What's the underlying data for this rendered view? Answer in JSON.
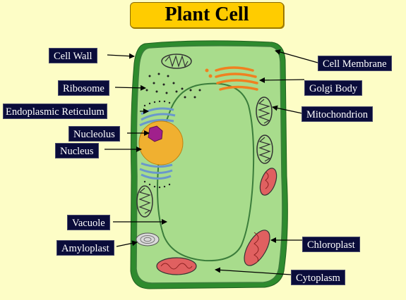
{
  "title": "Plant Cell",
  "labels": {
    "cell_wall": "Cell Wall",
    "ribosome": "Ribosome",
    "er": "Endoplasmic Reticulum",
    "nucleolus": "Nucleolus",
    "nucleus": "Nucleus",
    "vacuole": "Vacuole",
    "amyloplast": "Amyloplast",
    "cell_membrane": "Cell Membrane",
    "golgi": "Golgi Body",
    "mitochondrion": "Mitochondrion",
    "chloroplast": "Chloroplast",
    "cytoplasm": "Cytoplasm"
  },
  "colors": {
    "background": "#fdfdc6",
    "title_bg": "#ffcc00",
    "label_bg": "#0a0c3a",
    "cell_wall": "#2e8b2e",
    "cytoplasm": "#a8dc8c",
    "vacuole": "#a8dc8c",
    "nucleus": "#f0b030",
    "nucleolus": "#a0208c",
    "golgi": "#f08020",
    "er": "#7aa8d8",
    "chloroplast": "#e06060"
  }
}
